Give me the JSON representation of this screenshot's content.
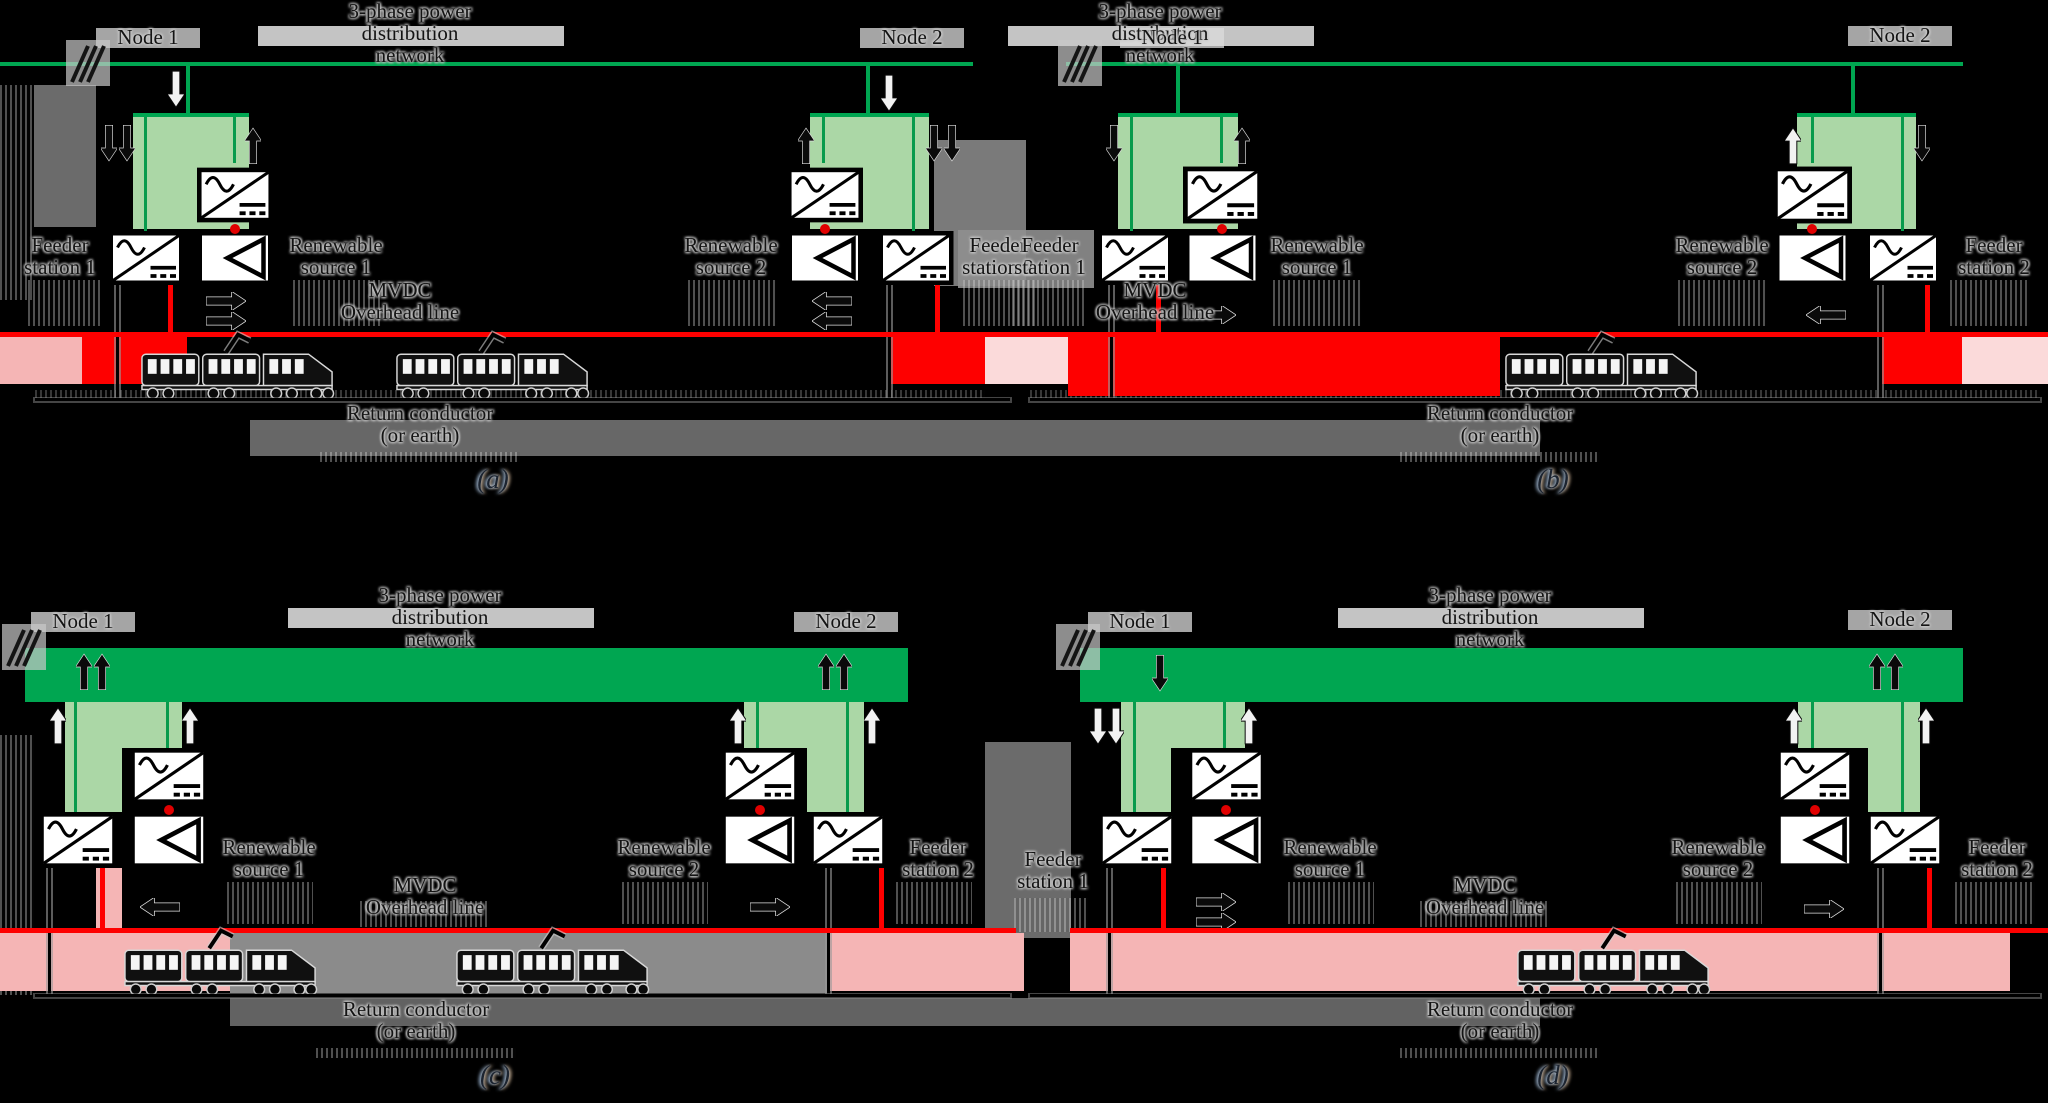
{
  "labels": {
    "grid1": "3-phase power",
    "grid2": "distribution network",
    "node1": "Node 1",
    "node2": "Node 2",
    "feeder": "Feeder",
    "station1": "station 1",
    "station2": "station 2",
    "renewable": "Renewable",
    "source1": "source 1",
    "source2": "source 2",
    "mvdc1": "MVDC",
    "mvdc2": "Overhead line",
    "return1": "Return conductor",
    "return2": "(or earth)"
  },
  "captions": {
    "a": "(a)",
    "b": "(b)",
    "c": "(c)",
    "d": "(d)"
  },
  "colors": {
    "grid_green": "#00a651",
    "grid_green_light": "#abd7a6",
    "grid_green_dark": "#089b4c",
    "mvdc_red": "#fe0000",
    "mvdc_pink": "#f5b5b5",
    "mvdc_pale_pink": "#fbdada",
    "converter_dot_red": "#e00000"
  },
  "icon_map": {
    "ac-dc-converter-icon": "white box, BL-TR diagonal, sine wave top-left, DC bars bottom-right",
    "dc-dc-converter-icon": "white box with left-pointing triangle",
    "train-icon": "three-car train silhouette with pantograph",
    "three-phase-hatch-icon": "three diagonal tick marks on bus",
    "power-flow-up-arrow-icon": "up arrow",
    "power-flow-down-arrow-icon": "down arrow",
    "power-flow-left-arrow-icon": "left arrow",
    "power-flow-right-arrow-icon": "right arrow"
  }
}
